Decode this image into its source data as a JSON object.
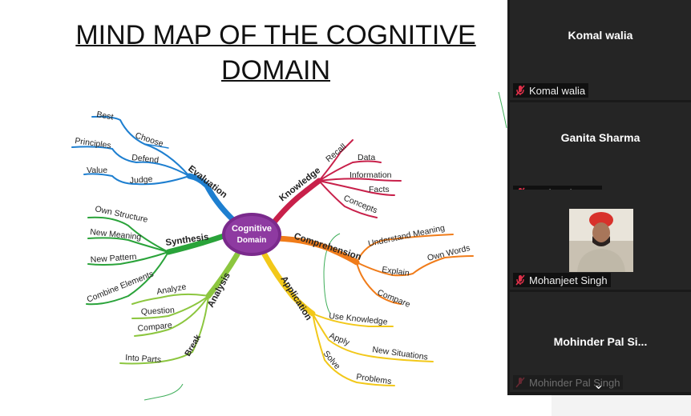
{
  "slide": {
    "title_line1": "MIND MAP OF THE COGNITIVE",
    "title_line2": "DOMAIN",
    "center": [
      "Cognitive",
      "Domain"
    ],
    "branches": {
      "evaluation": {
        "label": "Evaluation",
        "color": "#1e7fd0",
        "leaves": [
          "Best",
          "Choose",
          "Principles",
          "Defend",
          "Value",
          "Judge"
        ]
      },
      "synthesis": {
        "label": "Synthesis",
        "color": "#2aa33a",
        "leaves": [
          "Own Structure",
          "New Meaning",
          "New Pattern",
          "Combine Elements"
        ]
      },
      "analysis": {
        "label": "Analysis",
        "color": "#8cc63f",
        "leaves": [
          "Analyze",
          "Question",
          "Compare",
          "Break",
          "Into Parts"
        ]
      },
      "knowledge": {
        "label": "Knowledge",
        "color": "#c8204a",
        "leaves": [
          "Recall",
          "Data",
          "Information",
          "Facts",
          "Concepts"
        ]
      },
      "comprehension": {
        "label": "Comprehension",
        "color": "#f07c1a",
        "leaves": [
          "Understand Meaning",
          "Explain",
          "Own Words",
          "Compare"
        ]
      },
      "application": {
        "label": "Application",
        "color": "#f2c81a",
        "leaves": [
          "Use Knowledge",
          "Apply",
          "New Situations",
          "Solve",
          "Problems"
        ]
      }
    }
  },
  "participants": [
    {
      "name": "Komal walia",
      "label": "Komal walia",
      "muted": true,
      "video": false
    },
    {
      "name": "Ganita Sharma",
      "label": "Ganita Sharma",
      "muted": true,
      "video": false
    },
    {
      "name": "",
      "label": "Mohanjeet Singh",
      "muted": true,
      "video": true
    },
    {
      "name": "Mohinder  Pal  Si...",
      "label": "Mohinder Pal Singh",
      "muted": true,
      "video": false
    }
  ]
}
